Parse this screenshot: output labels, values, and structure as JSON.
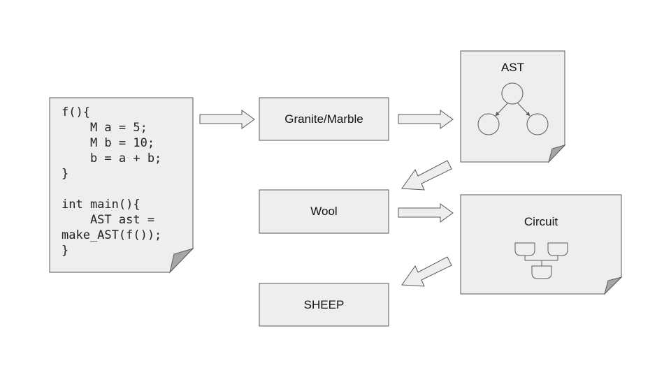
{
  "source_code": {
    "lines": [
      "f(){",
      "    M a = 5;",
      "    M b = 10;",
      "    b = a + b;",
      "}",
      "",
      "int main(){",
      "    AST ast =",
      "make_AST(f());",
      "}"
    ]
  },
  "nodes": {
    "granite_marble": "Granite/Marble",
    "wool": "Wool",
    "sheep": "SHEEP",
    "ast_doc": "AST",
    "circuit_doc": "Circuit"
  },
  "colors": {
    "fill": "#eeeeee",
    "stroke": "#595959",
    "fold": "#a6a6a6"
  },
  "icons": {
    "ast_tree": "tree-icon",
    "circuit": "logic-gate-circuit-icon"
  }
}
